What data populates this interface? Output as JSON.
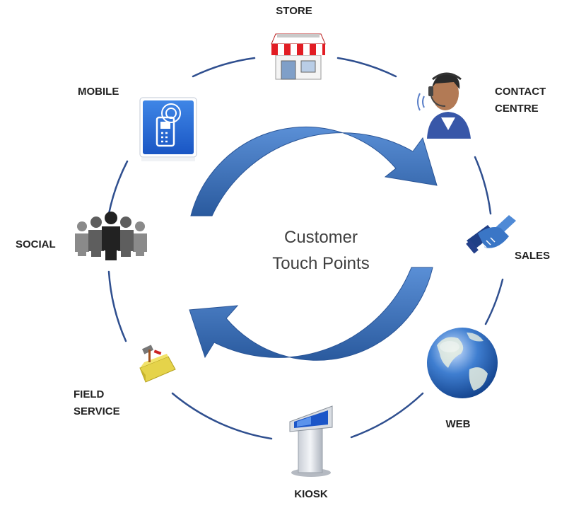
{
  "center": {
    "line1": "Customer",
    "line2": "Touch Points"
  },
  "touchpoints": {
    "store": "STORE",
    "contact_line1": "CONTACT",
    "contact_line2": "CENTRE",
    "sales": "SALES",
    "web": "WEB",
    "kiosk": "KIOSK",
    "field_line1": "FIELD",
    "field_line2": "SERVICE",
    "social": "SOCIAL",
    "mobile": "MOBILE"
  },
  "colors": {
    "ring": "#2f4f8f",
    "arrow": "#3d73be",
    "arrow_dark": "#2a5597",
    "label": "#222222"
  },
  "icons": [
    "store-icon",
    "call-agent-icon",
    "handshake-icon",
    "globe-icon",
    "kiosk-icon",
    "toolbox-icon",
    "people-group-icon",
    "mobile-phone-icon"
  ]
}
